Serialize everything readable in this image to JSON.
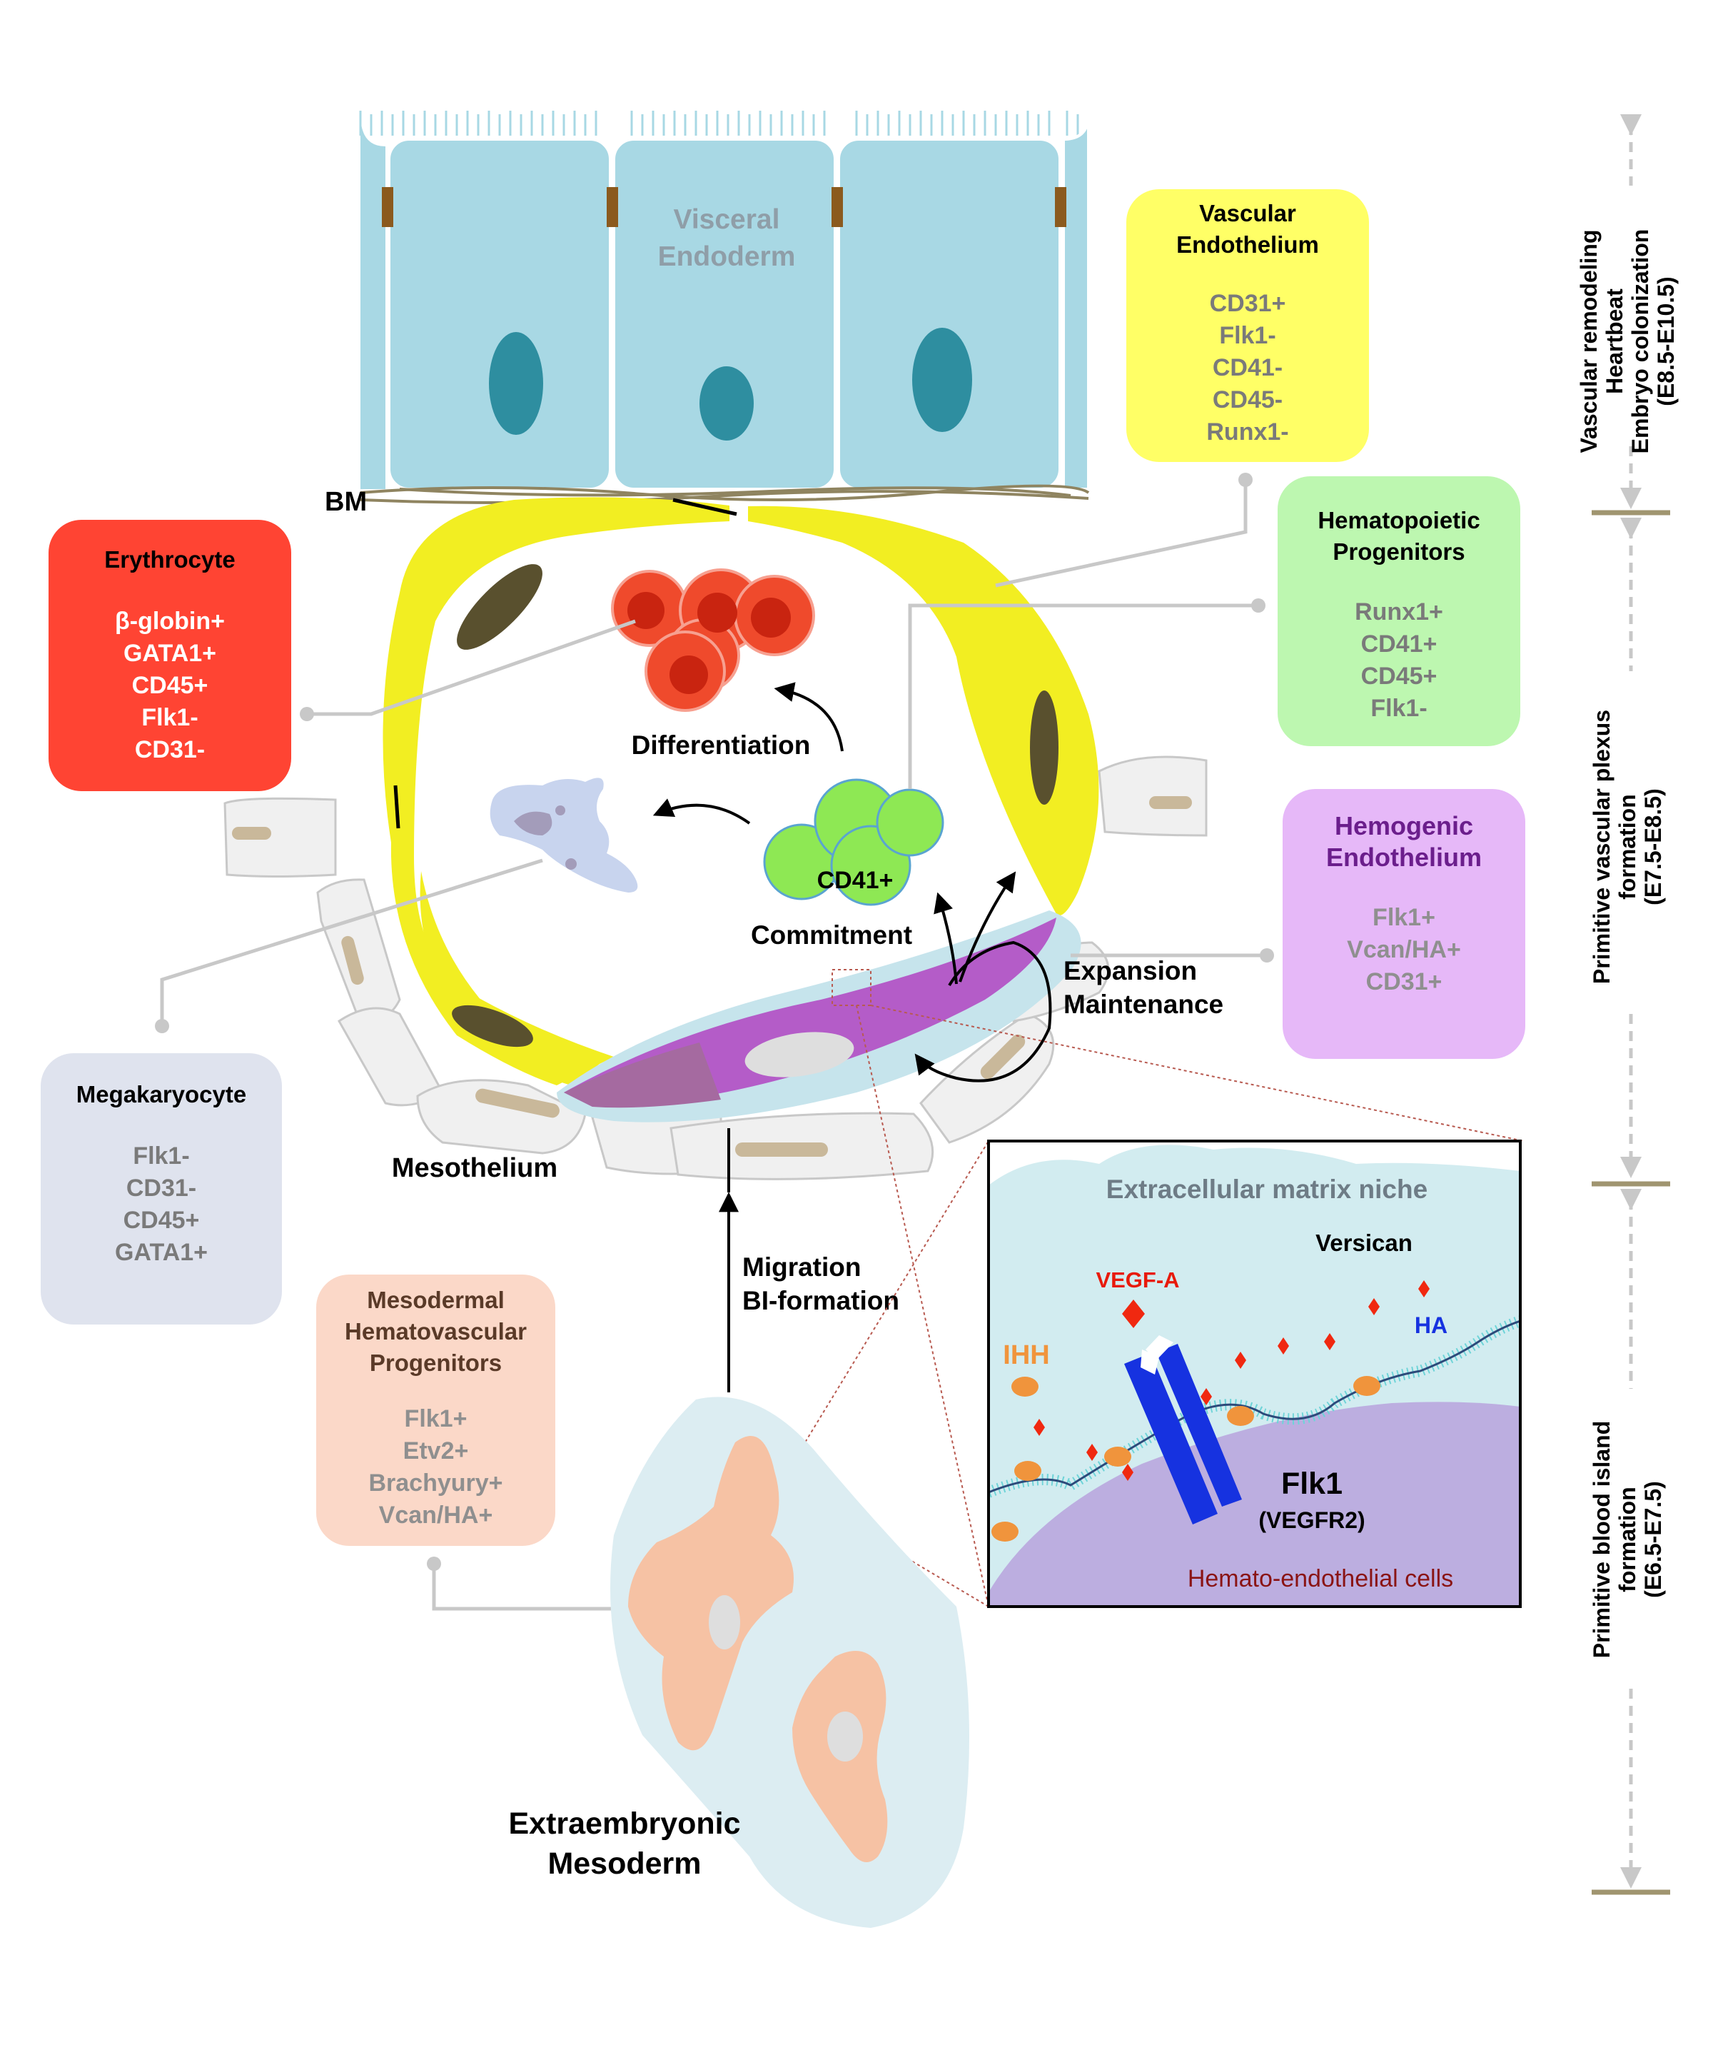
{
  "cells": {
    "visceral_endoderm": [
      "Visceral",
      "Endoderm"
    ],
    "bm": "BM",
    "mesothelium": "Mesothelium",
    "extraembryonic_mesoderm": [
      "Extraembryonic",
      "Mesoderm"
    ]
  },
  "process": {
    "differentiation": "Differentiation",
    "cd41": "CD41+",
    "commitment": "Commitment",
    "expansion": "Expansion",
    "maintenance": "Maintenance",
    "migration": "Migration",
    "bi_formation": "BI-formation"
  },
  "niche": {
    "title": "Extracellular matrix niche",
    "versican": "Versican",
    "vegf_a": "VEGF-A",
    "ihh": "IHH",
    "ha": "HA",
    "flk1": "Flk1",
    "vegfr2": "(VEGFR2)",
    "cells": "Hemato-endothelial cells"
  },
  "boxes": {
    "vascular_endothelium": {
      "title": [
        "Vascular",
        "Endothelium"
      ],
      "markers": [
        "CD31+",
        "Flk1-",
        "CD41-",
        "CD45-",
        "Runx1-"
      ]
    },
    "hematopoietic_progenitors": {
      "title": [
        "Hematopoietic",
        "Progenitors"
      ],
      "markers": [
        "Runx1+",
        "CD41+",
        "CD45+",
        "Flk1-"
      ]
    },
    "hemogenic_endothelium": {
      "title": [
        "Hemogenic",
        "Endothelium"
      ],
      "markers": [
        "Flk1+",
        "Vcan/HA+",
        "CD31+"
      ]
    },
    "erythrocyte": {
      "title": [
        "Erythrocyte"
      ],
      "markers": [
        "β-globin+",
        "GATA1+",
        "CD45+",
        "Flk1-",
        "CD31-"
      ]
    },
    "megakaryocyte": {
      "title": [
        "Megakaryocyte"
      ],
      "markers": [
        "Flk1-",
        "CD31-",
        "CD45+",
        "GATA1+"
      ]
    },
    "mesodermal_progenitors": {
      "title": [
        "Mesodermal",
        "Hematovascular",
        "Progenitors"
      ],
      "markers": [
        "Flk1+",
        "Etv2+",
        "Brachyury+",
        "Vcan/HA+"
      ]
    }
  },
  "timeline": [
    {
      "lines": [
        "Vascular remodeling",
        "Heartbeat",
        "Embryo colonization",
        "(E8.5-E10.5)"
      ]
    },
    {
      "lines": [
        "Primitive vascular plexus",
        "formation",
        "(E7.5-E8.5)"
      ]
    },
    {
      "lines": [
        "Primitive blood island",
        "formation",
        "(E6.5-E7.5)"
      ]
    }
  ],
  "colors": {
    "endoderm": "#a8d8e4",
    "nucleus": "#2e8ea0",
    "vessel": "#f2ee22",
    "erythrocyte_box": "#ff4433",
    "vascular_box": "#ffff66",
    "hematopoietic_box": "#bdf7b0",
    "hemogenic_box": "#e6b8f8",
    "megakaryocyte_box": "#dfe3ee",
    "mesoderm_box": "#fbd8c8",
    "hemogenic_cell": "#b45cc8",
    "timeline_bar": "#a09570"
  }
}
